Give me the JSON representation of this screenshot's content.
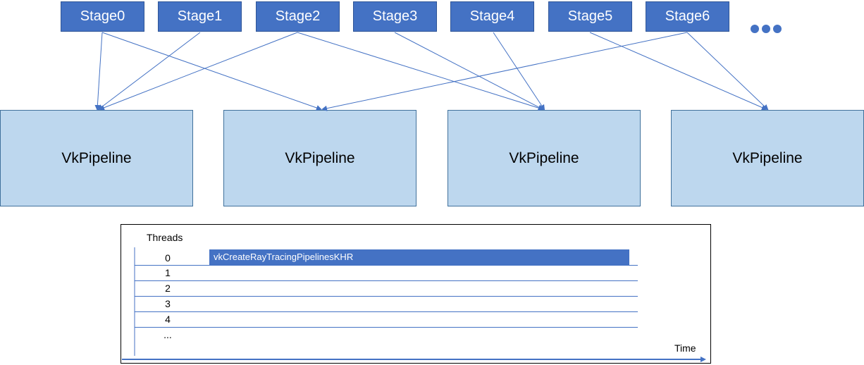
{
  "stages": [
    "Stage0",
    "Stage1",
    "Stage2",
    "Stage3",
    "Stage4",
    "Stage5",
    "Stage6"
  ],
  "pipelines": [
    "VkPipeline",
    "VkPipeline",
    "VkPipeline",
    "VkPipeline"
  ],
  "stage_to_pipeline_links": [
    {
      "stage": "Stage0",
      "pipeline": 1
    },
    {
      "stage": "Stage0",
      "pipeline": 2
    },
    {
      "stage": "Stage1",
      "pipeline": 1
    },
    {
      "stage": "Stage2",
      "pipeline": 1
    },
    {
      "stage": "Stage2",
      "pipeline": 3
    },
    {
      "stage": "Stage3",
      "pipeline": 3
    },
    {
      "stage": "Stage4",
      "pipeline": 3
    },
    {
      "stage": "Stage5",
      "pipeline": 4
    },
    {
      "stage": "Stage6",
      "pipeline": 2
    },
    {
      "stage": "Stage6",
      "pipeline": 4
    }
  ],
  "timeline": {
    "threads_label": "Threads",
    "time_label": "Time",
    "thread_ids": [
      "0",
      "1",
      "2",
      "3",
      "4",
      "..."
    ],
    "task": {
      "thread": "0",
      "label": "vkCreateRayTracingPipelinesKHR"
    }
  },
  "colors": {
    "stage": "#4472c4",
    "pipeline": "#bdd7ee",
    "arrow": "#4472c4"
  }
}
